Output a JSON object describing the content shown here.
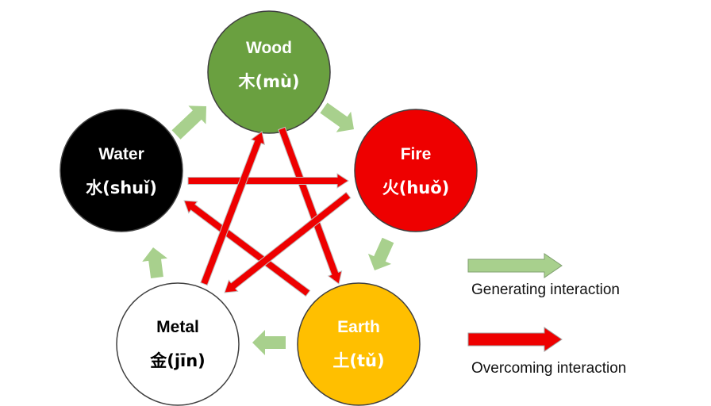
{
  "nodes": {
    "wood": {
      "name": "Wood",
      "chinese": "木(mù)",
      "fill": "#6aa040",
      "text_color": "#ffffff"
    },
    "fire": {
      "name": "Fire",
      "chinese": "火(huǒ)",
      "fill": "#ee0000",
      "text_color": "#ffffff"
    },
    "earth": {
      "name": "Earth",
      "chinese": "土(tǔ)",
      "fill": "#ffbf00",
      "text_color": "#ffffff"
    },
    "metal": {
      "name": "Metal",
      "chinese": "金(jīn)",
      "fill": "#ffffff",
      "text_color": "#000000"
    },
    "water": {
      "name": "Water",
      "chinese": "水(shuǐ)",
      "fill": "#000000",
      "text_color": "#ffffff"
    }
  },
  "generating_cycle": [
    "wood",
    "fire",
    "earth",
    "metal",
    "water"
  ],
  "overcoming_cycle": [
    "wood",
    "earth",
    "water",
    "fire",
    "metal"
  ],
  "legend": {
    "generating": {
      "label": "Generating interaction",
      "color": "#a8d08d"
    },
    "overcoming": {
      "label": "Overcoming interaction",
      "color": "#ee0000"
    }
  },
  "colors": {
    "generating_arrow": "#a8d08d",
    "overcoming_arrow": "#ee0000",
    "overcoming_outline": "#c0c0c0",
    "node_outline": "#404040"
  }
}
